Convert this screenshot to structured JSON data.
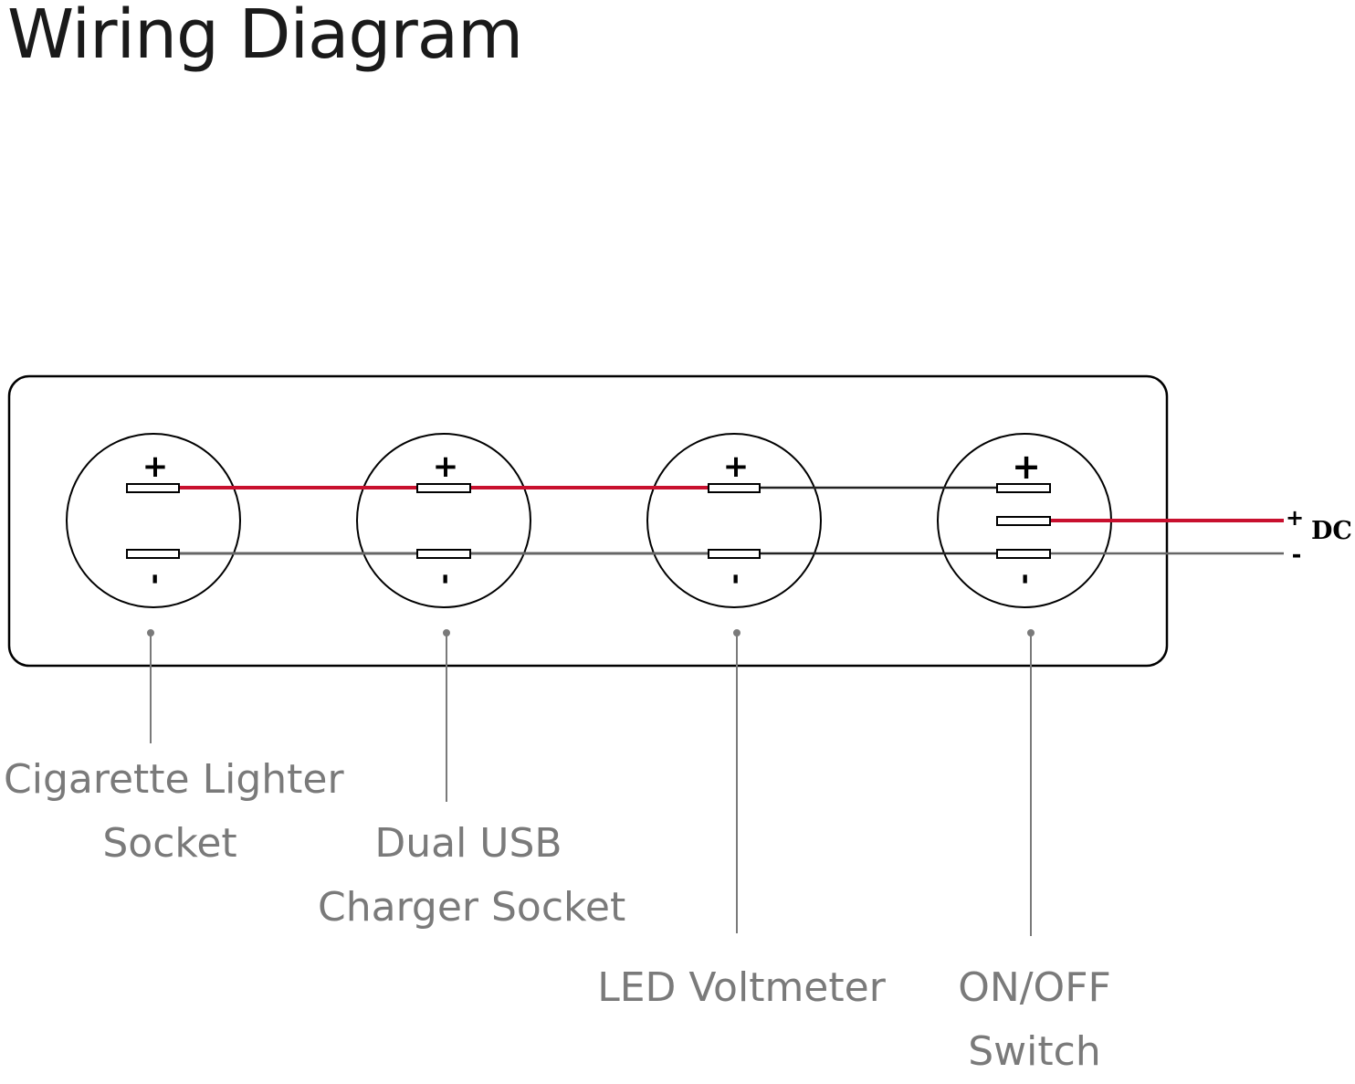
{
  "title": "Wiring Diagram",
  "colors": {
    "positive_wire": "#c8102e",
    "negative_wire": "#666666",
    "bridge_wire": "#222222",
    "label_text": "#7a7a7a"
  },
  "panel": {
    "components": [
      {
        "id": "cigarette-lighter-socket",
        "plus_symbol": "+",
        "minus_symbol": "-",
        "label_lines": [
          "Cigarette Lighter",
          "Socket"
        ]
      },
      {
        "id": "dual-usb-charger-socket",
        "plus_symbol": "+",
        "minus_symbol": "-",
        "label_lines": [
          "Dual USB",
          "Charger Socket"
        ]
      },
      {
        "id": "led-voltmeter",
        "plus_symbol": "+",
        "minus_symbol": "-",
        "label_lines": [
          "LED Voltmeter"
        ]
      },
      {
        "id": "on-off-switch",
        "plus_symbol": "+",
        "minus_symbol": "-",
        "label_lines": [
          "ON/OFF",
          "Switch"
        ]
      }
    ]
  },
  "supply": {
    "label": "DC",
    "plus_symbol": "+",
    "minus_symbol": "-"
  }
}
